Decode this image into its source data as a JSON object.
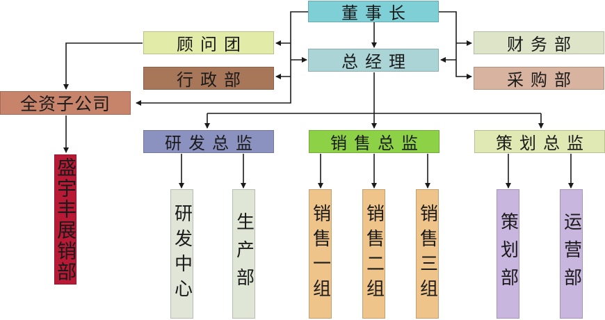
{
  "nodes": {
    "chairman": {
      "label": "董事长",
      "color": "#7fcfd6"
    },
    "advisors": {
      "label": "顾问团",
      "color": "#e3eba9"
    },
    "gm": {
      "label": "总经理",
      "color": "#abd4d6"
    },
    "finance": {
      "label": "财务部",
      "color": "#dee4c8"
    },
    "admin": {
      "label": "行政部",
      "color": "#a87759"
    },
    "purchasing": {
      "label": "采购部",
      "color": "#d7b3a0"
    },
    "subsidiary": {
      "label": "全资子公司",
      "color": "#c8846a"
    },
    "shengyu": {
      "label": "盛宇丰展销部",
      "color": "#b81a36"
    },
    "rd_director": {
      "label": "研发总监",
      "color": "#8b92c0"
    },
    "sales_director": {
      "label": "销售总监",
      "color": "#8cd146"
    },
    "planning_director": {
      "label": "策划总监",
      "color": "#e0e9b4"
    },
    "rd_center": {
      "label": "研发中心",
      "color": "#e0e5d8"
    },
    "production": {
      "label": "生产部",
      "color": "#dfe6d6"
    },
    "sales1": {
      "label": "销售一组",
      "color": "#eec48a"
    },
    "sales2": {
      "label": "销售二组",
      "color": "#eec48a"
    },
    "sales3": {
      "label": "销售三组",
      "color": "#eec48a"
    },
    "planning": {
      "label": "策划部",
      "color": "#c8b6de"
    },
    "operations": {
      "label": "运营部",
      "color": "#c8b6de"
    }
  }
}
